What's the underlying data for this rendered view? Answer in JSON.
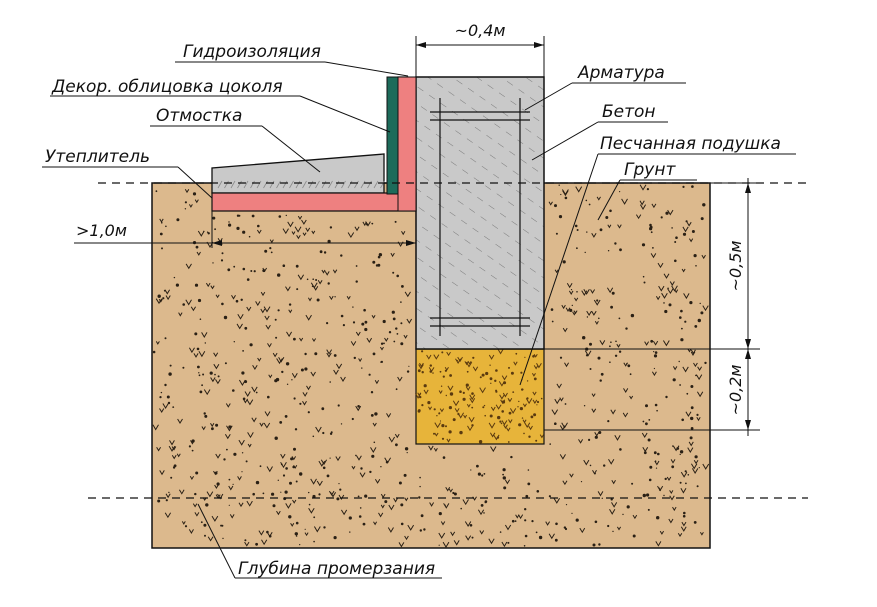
{
  "colors": {
    "soil": "#dcb98d",
    "soil_speck": "#2a2015",
    "concrete": "#c9c9c9",
    "concrete_hatch": "#7a7a7a",
    "sand": "#e7b43a",
    "insulation": "#ee8080",
    "waterproofing": "#1d6b5a",
    "outline": "#111111"
  },
  "labels": {
    "waterproofing": "Гидроизоляция",
    "plinth_cladding": "Декор. облицовка цоколя",
    "blind_area": "Отмостка",
    "insulation": "Утеплитель",
    "reinforcement": "Арматура",
    "concrete": "Бетон",
    "sand_cushion": "Песчанная подушка",
    "soil": "Грунт",
    "freezing_depth": "Глубина промерзания"
  },
  "dimensions": {
    "width": "~0,4м",
    "blind_area_width": ">1,0м",
    "depth_upper": "~0,5м",
    "depth_sand": "~0,2м"
  }
}
